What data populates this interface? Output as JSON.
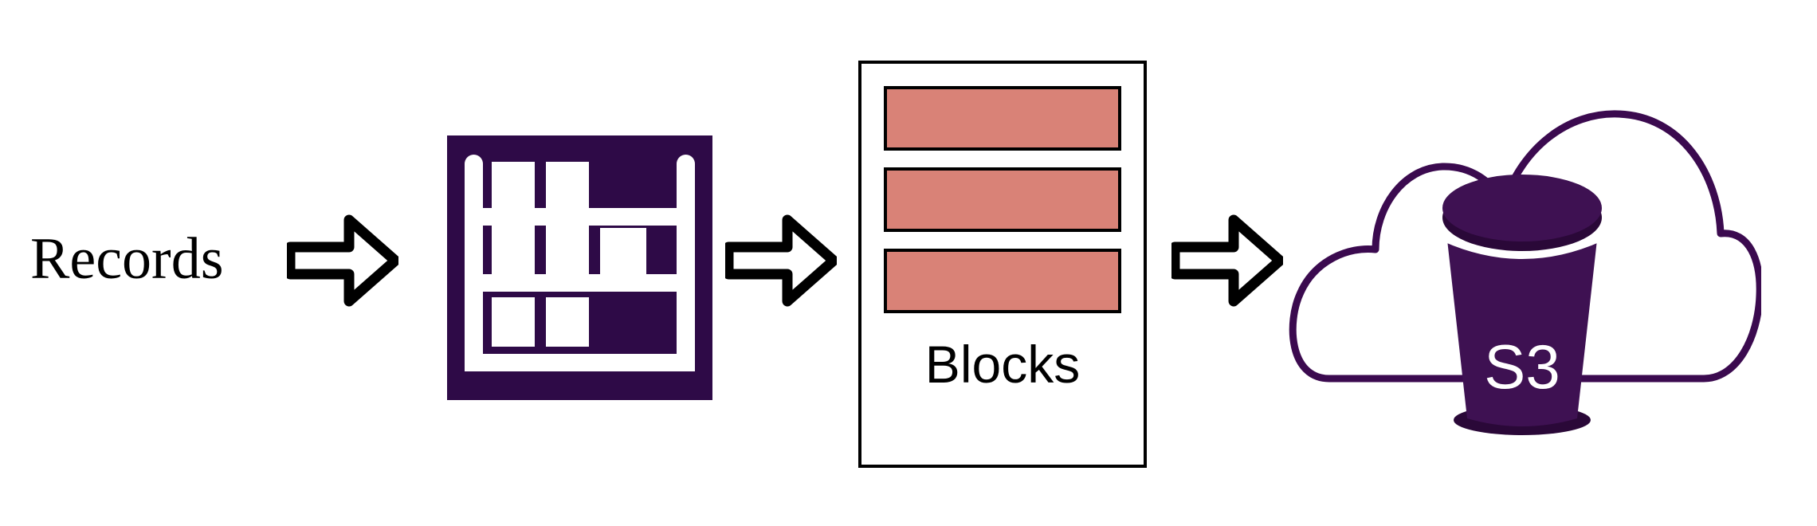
{
  "diagram": {
    "title": "Records to Blocks to S3 storage pipeline",
    "background_color": "#FFFFFF",
    "stages": [
      {
        "id": "records",
        "label": "Records",
        "kind": "text-label"
      },
      {
        "id": "table",
        "label": "",
        "kind": "shelf-rack-icon"
      },
      {
        "id": "blocks",
        "label": "Blocks",
        "kind": "blocks-panel"
      },
      {
        "id": "s3",
        "label": "S3",
        "kind": "cloud-bucket-icon"
      }
    ],
    "connectors": [
      {
        "id": "arrow-1",
        "from": "records",
        "to": "table",
        "style": "hollow-block-arrow",
        "direction": "right"
      },
      {
        "id": "arrow-2",
        "from": "table",
        "to": "blocks",
        "style": "hollow-block-arrow",
        "direction": "right"
      },
      {
        "id": "arrow-3",
        "from": "blocks",
        "to": "s3",
        "style": "hollow-block-arrow",
        "direction": "right"
      }
    ]
  },
  "records": {
    "label": "Records"
  },
  "shelf": {
    "icon_name": "shelf-rack-icon",
    "background_color": "#2E0A47",
    "element_color": "#FFFFFF",
    "shelf_rows": 3,
    "boxes_per_row": [
      2,
      3,
      2
    ]
  },
  "blocks": {
    "caption": "Blocks",
    "block_count": 3,
    "block_fill": "#D98277",
    "block_stroke": "#000000",
    "panel_stroke": "#000000",
    "panel_fill": "#FFFFFF",
    "items": [
      {
        "index": 1
      },
      {
        "index": 2
      },
      {
        "index": 3
      }
    ]
  },
  "s3": {
    "label": "S3",
    "icon_name": "cloud-bucket-icon",
    "cloud_stroke": "#3B0A4F",
    "cloud_fill": "#FFFFFF",
    "bucket_fill": "#3E1152",
    "bucket_shadow": "#2A0838",
    "label_color": "#FFFFFF"
  },
  "colors": {
    "purple": "#2E0A47",
    "cloud_purple": "#3B0A4F",
    "bucket_purple": "#3E1152",
    "salmon": "#D98277",
    "black": "#000000",
    "white": "#FFFFFF"
  }
}
